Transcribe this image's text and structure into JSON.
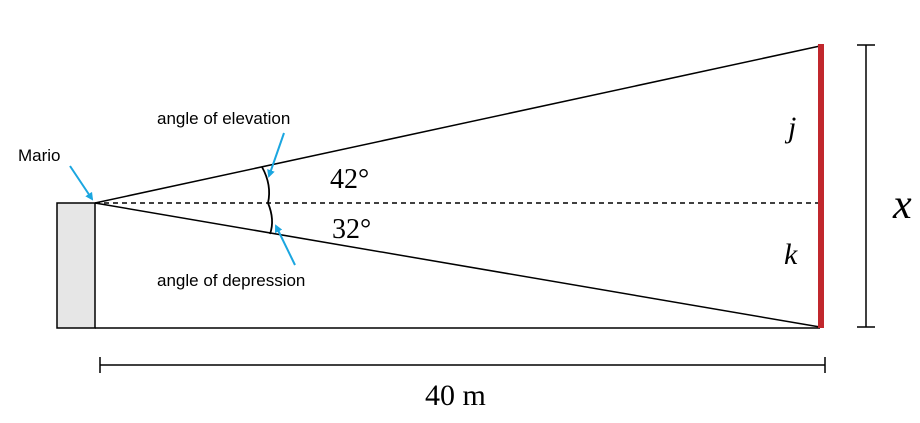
{
  "labels": {
    "observer": "Mario",
    "elevation_annotation": "angle of elevation",
    "depression_annotation": "angle of depression",
    "elevation_angle": "42°",
    "depression_angle": "32°",
    "upper_segment": "j",
    "lower_segment": "k",
    "total_height": "x",
    "horizontal_distance": "40 m"
  },
  "colors": {
    "pole": "#c1272d",
    "arrow": "#1ba6e0",
    "building": "#e6e6e6"
  }
}
